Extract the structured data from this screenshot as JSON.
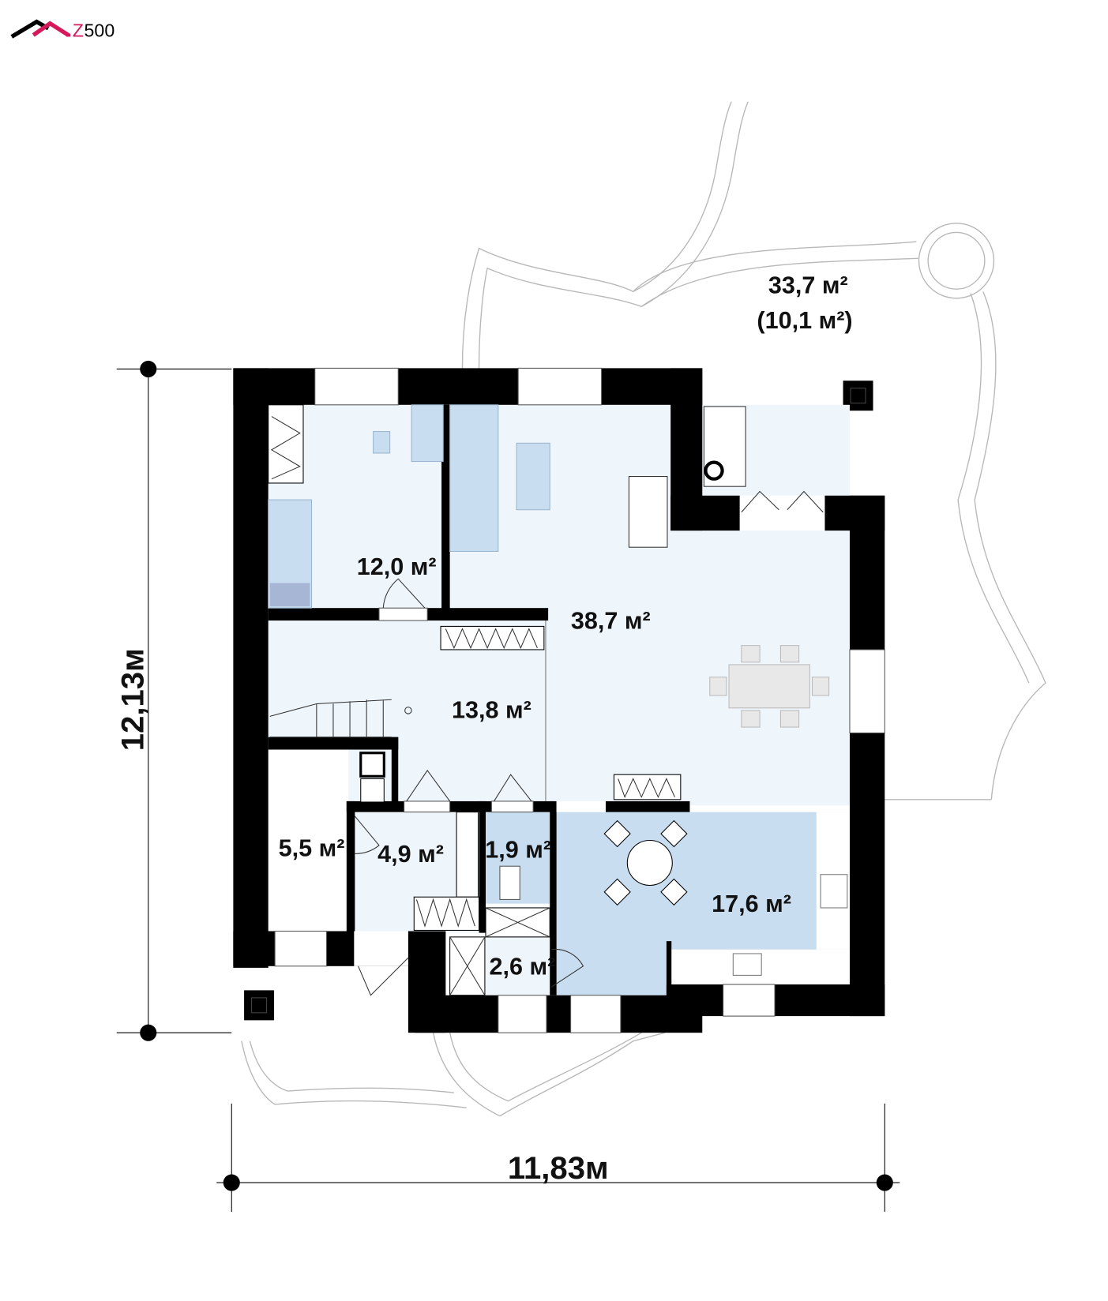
{
  "logo": {
    "text": "Z500",
    "accent_color": "#d6195b"
  },
  "rooms": [
    {
      "id": "office",
      "area": "12,0 м²"
    },
    {
      "id": "living",
      "area": "38,7 м²"
    },
    {
      "id": "hall",
      "area": "13,8 м²"
    },
    {
      "id": "boiler",
      "area": "5,5 м²"
    },
    {
      "id": "vestibule",
      "area": "4,9 м²"
    },
    {
      "id": "wc",
      "area": "1,9 м²"
    },
    {
      "id": "kitchen",
      "area": "17,6 м²"
    },
    {
      "id": "pantry",
      "area": "2,6 м²"
    }
  ],
  "terrace": {
    "area": "33,7 м²",
    "covered_area": "(10,1 м²)"
  },
  "dimensions": {
    "height": "12,13м",
    "width": "11,83м"
  },
  "colors": {
    "room_fill": "#eef5fb",
    "wet_fill": "#c9ddf0",
    "wall": "#000000"
  }
}
